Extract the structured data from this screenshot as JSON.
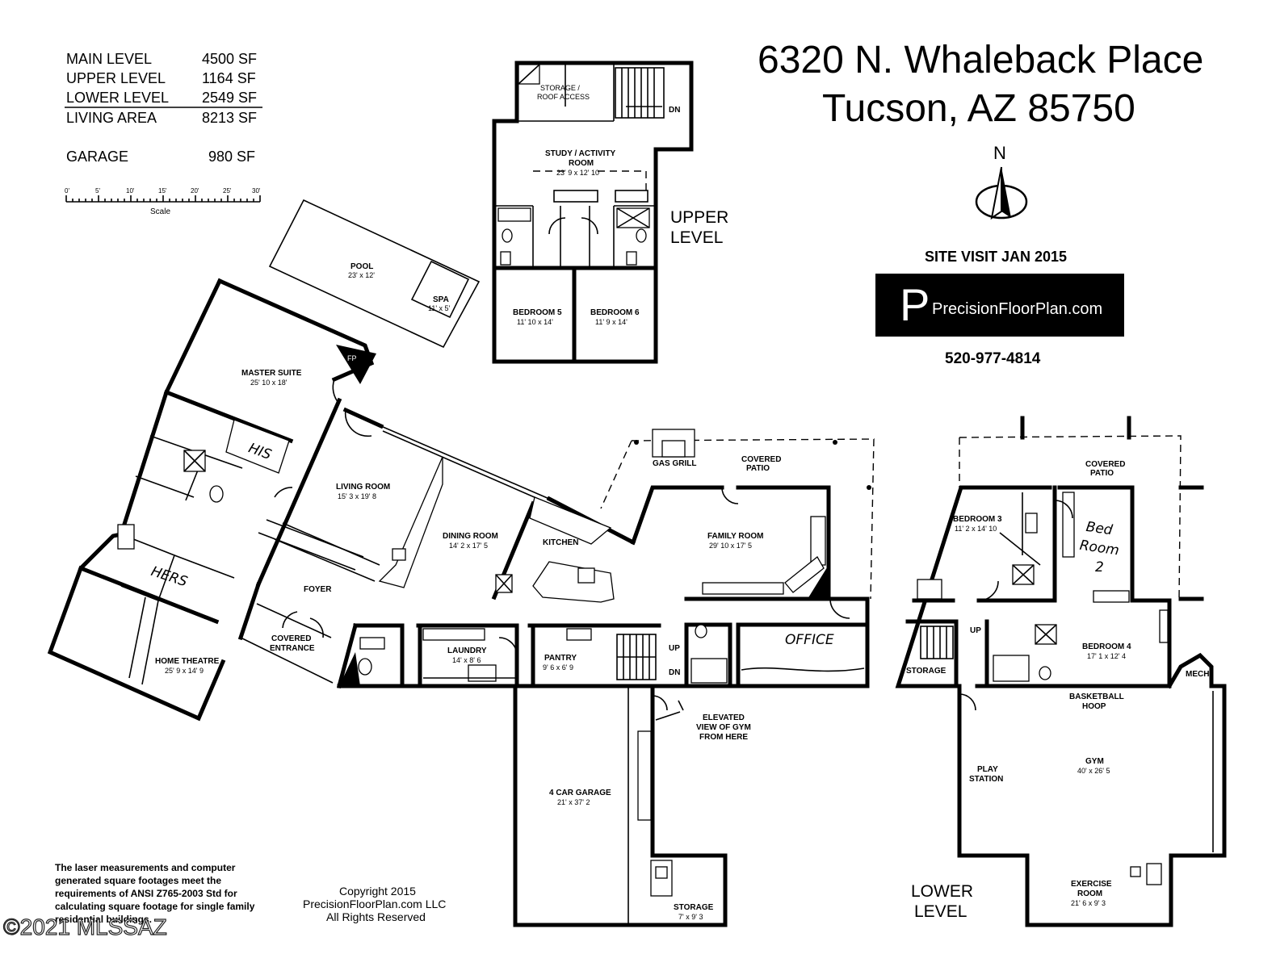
{
  "address": {
    "line1": "6320 N. Whaleback Place",
    "line2": "Tucson, AZ  85750"
  },
  "site_visit": "SITE VISIT  JAN 2015",
  "logo": {
    "letter": "P",
    "text": "PrecisionFloorPlan.com"
  },
  "phone": "520-977-4814",
  "compass": {
    "label": "N"
  },
  "square_footage": [
    {
      "label": "MAIN LEVEL",
      "value": "4500 SF"
    },
    {
      "label": "UPPER LEVEL",
      "value": "1164 SF"
    },
    {
      "label": "LOWER LEVEL",
      "value": "2549 SF"
    },
    {
      "label": "LIVING AREA",
      "value": "8213 SF"
    }
  ],
  "garage_sf": {
    "label": "GARAGE",
    "value": "980 SF"
  },
  "scale": {
    "ticks": [
      "0'",
      "5'",
      "10'",
      "15'",
      "20'",
      "25'",
      "30'"
    ],
    "label": "Scale"
  },
  "levels": {
    "upper_1": "UPPER",
    "upper_2": "LEVEL",
    "lower_1": "LOWER",
    "lower_2": "LEVEL"
  },
  "rooms": {
    "pool": {
      "name": "POOL",
      "dims": "23' x 12'"
    },
    "spa": {
      "name": "SPA",
      "dims": "11' x 5'"
    },
    "master": {
      "name": "MASTER SUITE",
      "dims": "25' 10 x 18'"
    },
    "fp": "FP",
    "living": {
      "name": "LIVING ROOM",
      "dims": "15' 3 x 19' 8"
    },
    "dining": {
      "name": "DINING ROOM",
      "dims": "14' 2 x 17' 5"
    },
    "kitchen": "KITCHEN",
    "gas_grill": "GAS GRILL",
    "covered_patio_1": "COVERED",
    "covered_patio_2": "PATIO",
    "family": {
      "name": "FAMILY ROOM",
      "dims": "29' 10 x 17' 5"
    },
    "foyer": "FOYER",
    "covered_entrance_1": "COVERED",
    "covered_entrance_2": "ENTRANCE",
    "home_theatre": {
      "name": "HOME THEATRE",
      "dims": "25' 9 x 14' 9"
    },
    "laundry": {
      "name": "LAUNDRY",
      "dims": "14' x 8' 6"
    },
    "pantry": {
      "name": "PANTRY",
      "dims": "9' 6 x 6' 9"
    },
    "up": "UP",
    "dn": "DN",
    "garage": {
      "name": "4 CAR GARAGE",
      "dims": "21' x 37' 2"
    },
    "storage_main": {
      "name": "STORAGE",
      "dims": "7' x 9' 3"
    },
    "elevated_1": "ELEVATED",
    "elevated_2": "VIEW OF GYM",
    "elevated_3": "FROM HERE",
    "storage_roof_1": "STORAGE /",
    "storage_roof_2": "ROOF ACCESS",
    "study_1": "STUDY / ACTIVITY",
    "study_2": "ROOM",
    "study_dims": "23' 9 x 12' 10",
    "bedroom5": {
      "name": "BEDROOM 5",
      "dims": "11' 10 x 14'"
    },
    "bedroom6": {
      "name": "BEDROOM 6",
      "dims": "11' 9 x 14'"
    },
    "covered_patio_lower_1": "COVERED",
    "covered_patio_lower_2": "PATIO",
    "bedroom3": {
      "name": "BEDROOM 3",
      "dims": "11' 2 x 14' 10"
    },
    "bedroom4": {
      "name": "BEDROOM 4",
      "dims": "17' 1 x 12' 4"
    },
    "storage_lower": "STORAGE",
    "mech": "MECH",
    "basketball_1": "BASKETBALL",
    "basketball_2": "HOOP",
    "play_1": "PLAY",
    "play_2": "STATION",
    "gym": {
      "name": "GYM",
      "dims": "40' x 26' 5"
    },
    "exercise_1": "EXERCISE",
    "exercise_2": "ROOM",
    "exercise_dims": "21' 6 x 9' 3"
  },
  "handwritten": {
    "his": "HIS",
    "hers": "HERS",
    "office": "OFFICE",
    "bedroom2_1": "Bed",
    "bedroom2_2": "Room",
    "bedroom2_3": "2"
  },
  "disclaimer": [
    "The laser measurements and computer",
    "generated square footages meet the",
    "requirements of ANSI Z765-2003 Std for",
    "calculating square footage for single family",
    "residential buildings."
  ],
  "copyright": [
    "Copyright 2015",
    "PrecisionFloorPlan.com LLC",
    "All Rights Reserved"
  ],
  "watermark": "©2021 MLSSAZ"
}
